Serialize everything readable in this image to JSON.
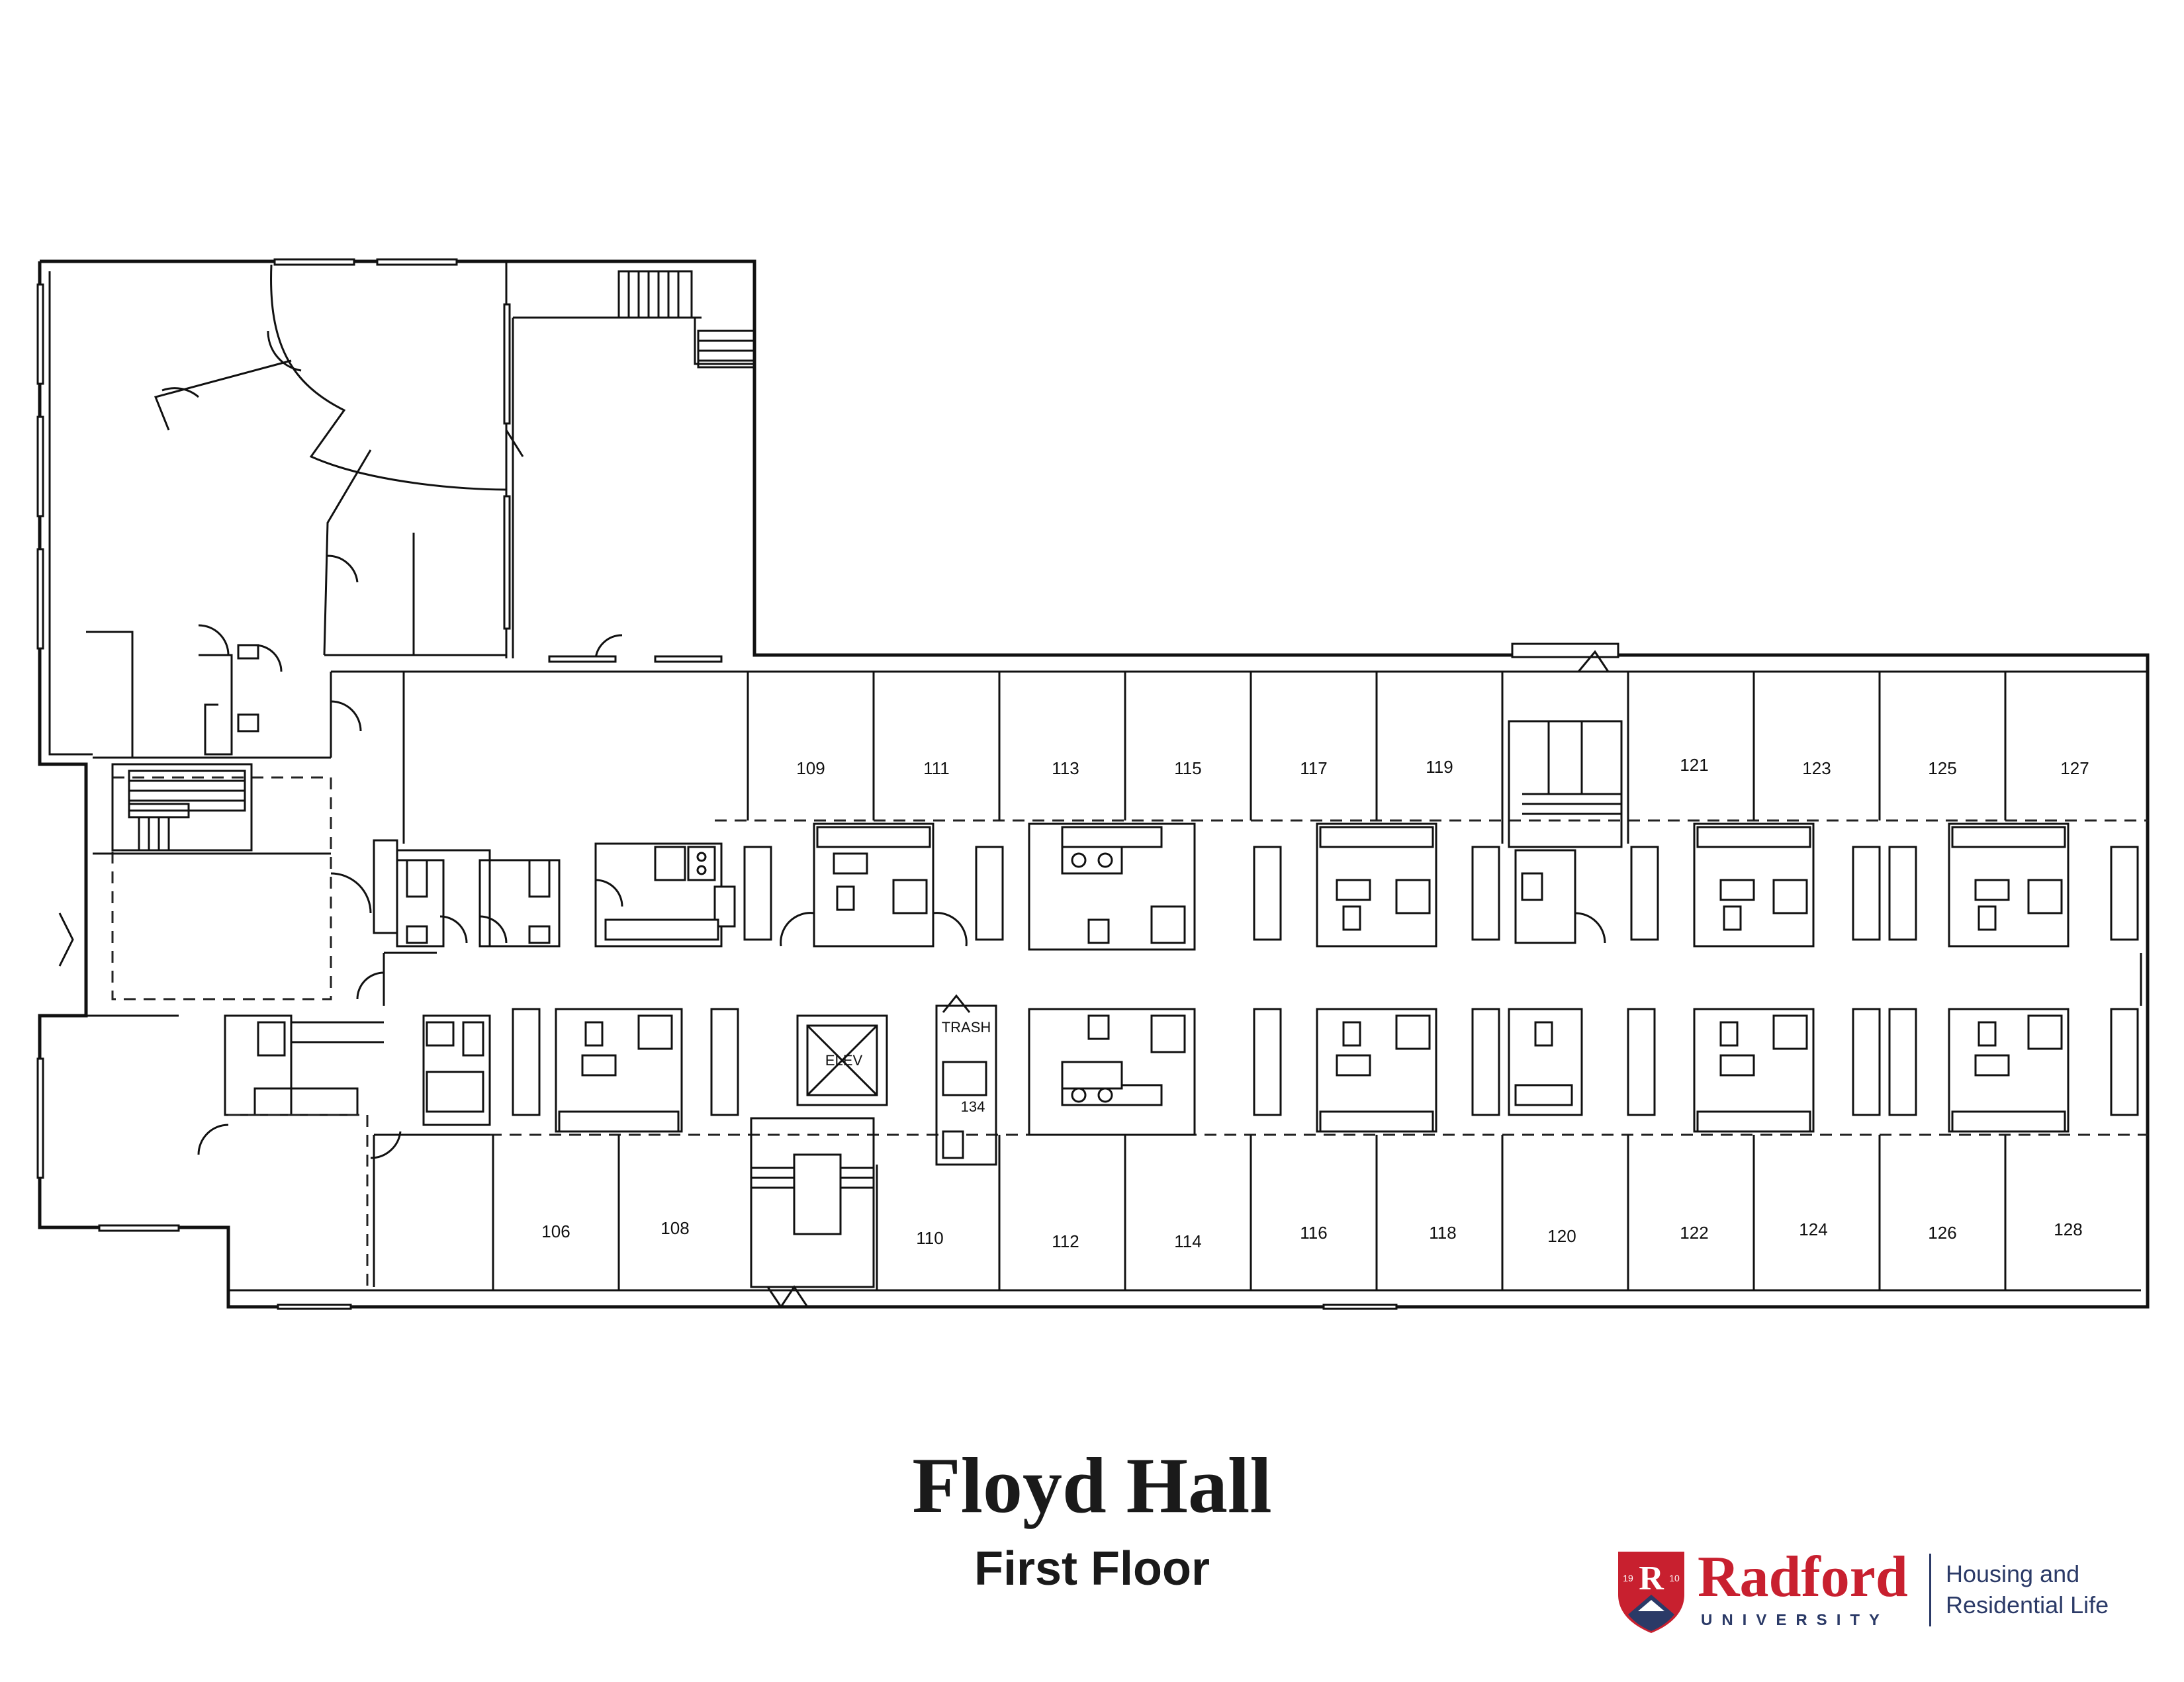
{
  "building": {
    "title": "Floyd Hall",
    "floor": "First Floor"
  },
  "rooms": {
    "north": [
      "109",
      "111",
      "113",
      "115",
      "117",
      "119",
      "121",
      "123",
      "125",
      "127"
    ],
    "south": [
      "106",
      "108",
      "110",
      "112",
      "114",
      "116",
      "118",
      "120",
      "122",
      "124",
      "126",
      "128"
    ]
  },
  "labels": {
    "elevator": "ELEV",
    "trash": "TRASH",
    "room134": "134"
  },
  "logo": {
    "name": "Radford",
    "sub": "UNIVERSITY",
    "dept_line1": "Housing and",
    "dept_line2": "Residential Life",
    "shield_text": "R",
    "year_left": "19",
    "year_right": "10",
    "brand_red": "#c8202f",
    "brand_blue": "#2b3a67"
  }
}
